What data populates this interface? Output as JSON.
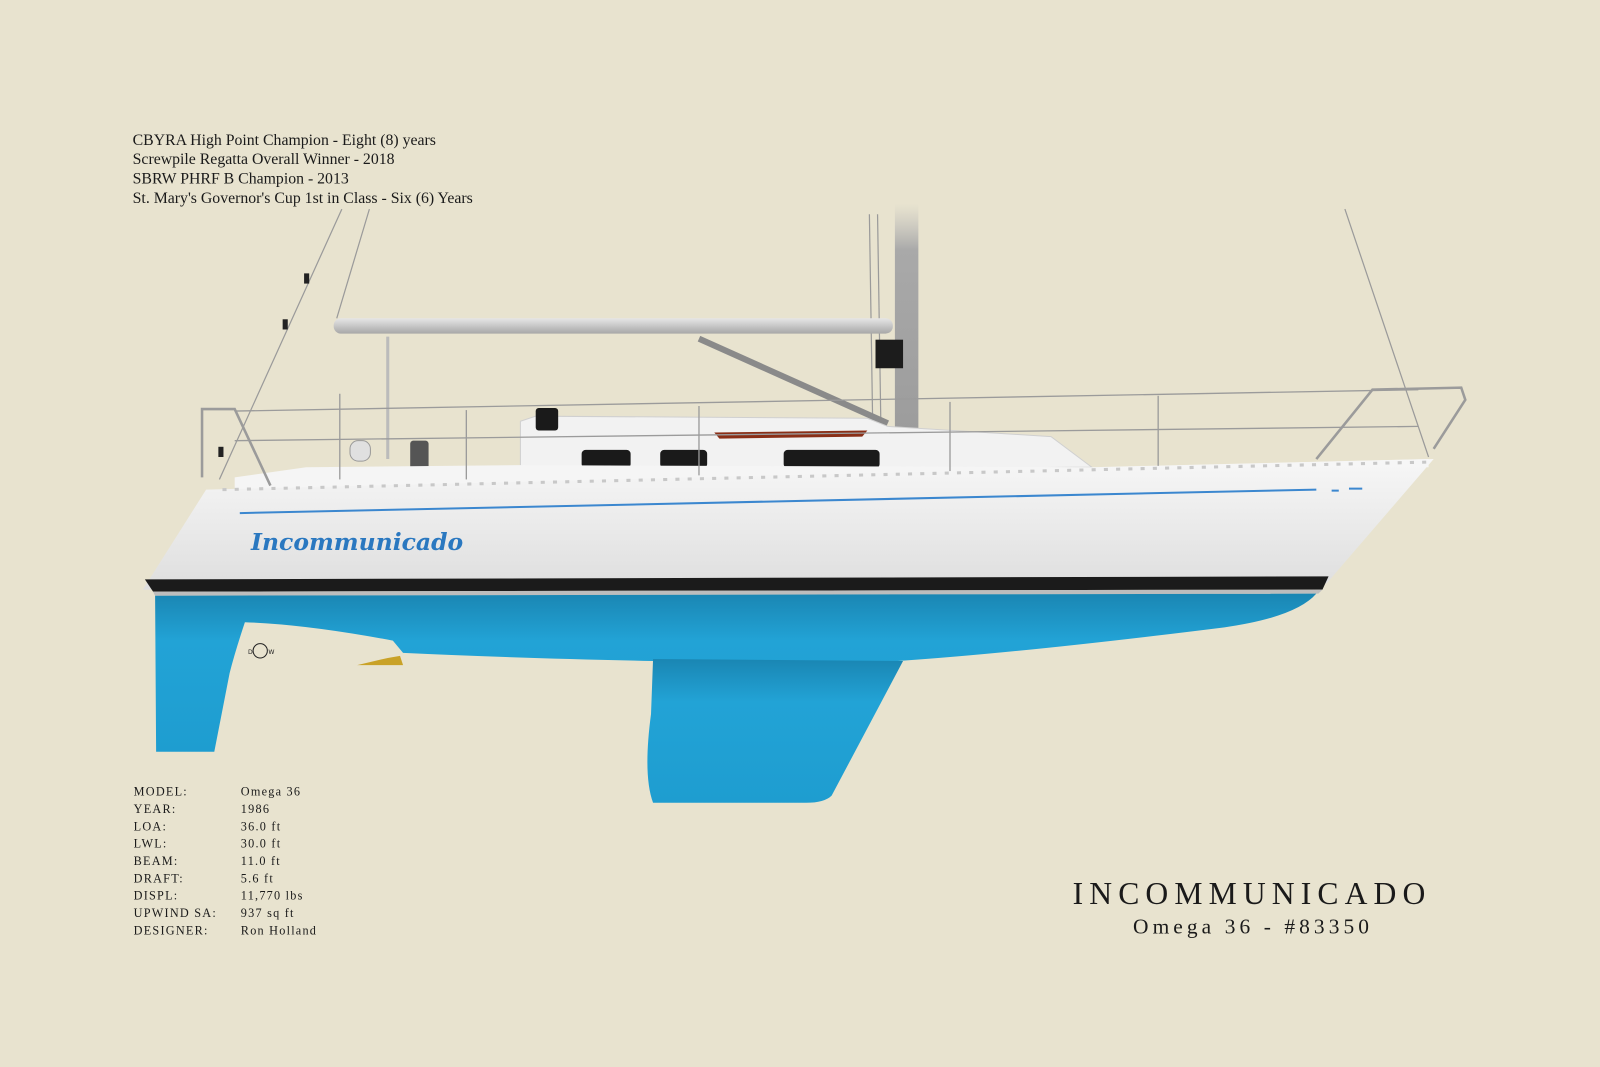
{
  "achievements": [
    "CBYRA High Point Champion - Eight (8) years",
    "Screwpile Regatta Overall Winner - 2018",
    "SBRW PHRF B Champion - 2013",
    "St. Mary's Governor's Cup 1st in Class - Six (6) Years"
  ],
  "boat_name_on_hull": "Incommunicado",
  "logo_text": "DW",
  "specs": [
    {
      "label": "MODEL:",
      "value": "Omega 36"
    },
    {
      "label": "YEAR:",
      "value": "1986"
    },
    {
      "label": "LOA:",
      "value": "36.0 ft"
    },
    {
      "label": "LWL:",
      "value": "30.0 ft"
    },
    {
      "label": "BEAM:",
      "value": "11.0 ft"
    },
    {
      "label": "DRAFT:",
      "value": "5.6 ft"
    },
    {
      "label": "DISPL:",
      "value": "11,770 lbs"
    },
    {
      "label": "UPWIND SA:",
      "value": "937 sq ft"
    },
    {
      "label": "DESIGNER:",
      "value": "Ron Holland"
    }
  ],
  "title": "INCOMMUNICADO",
  "subtitle": "Omega 36 - #83350",
  "colors": {
    "background": "#e8e3cf",
    "hull": "#efefef",
    "bottom": "#1f9fd0",
    "boot_stripe": "#1b1b1b",
    "name_blue": "#2a78c0"
  }
}
